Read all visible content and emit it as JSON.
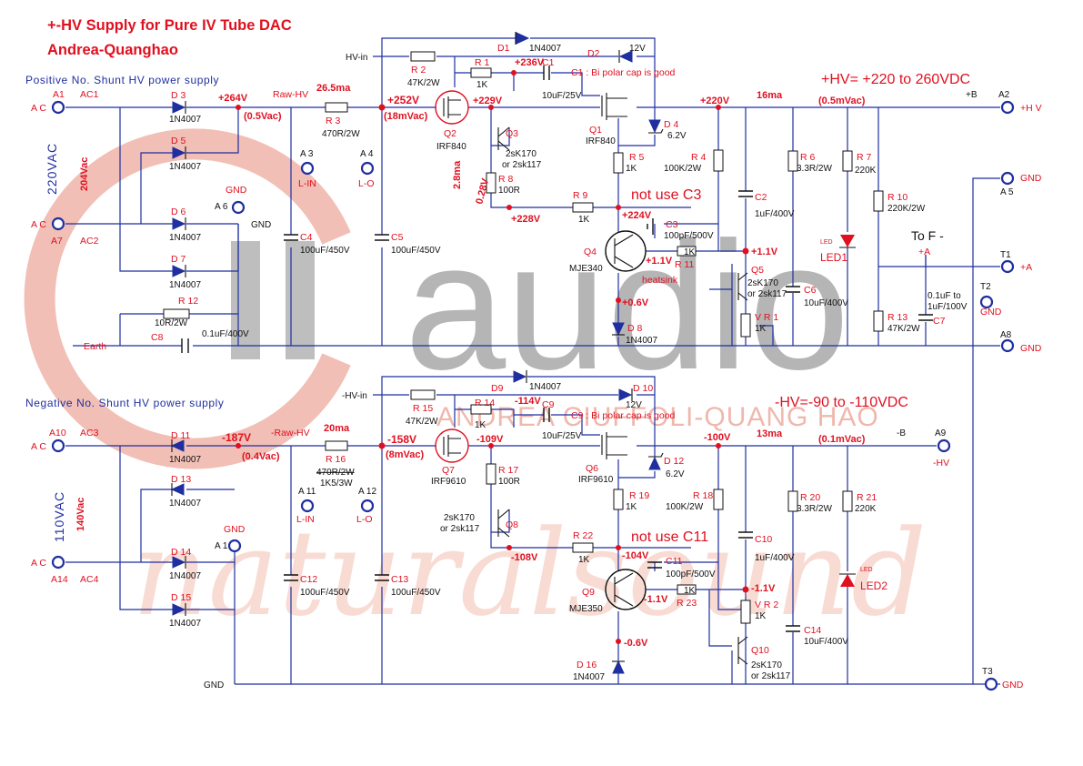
{
  "title": {
    "line1": "+-HV Supply for Pure IV Tube DAC",
    "line2": "Andrea-Quanghao"
  },
  "watermark": {
    "logo_text": "audio",
    "sub_text": "ANDREA CIUFFOLI-QUANG HAO",
    "script_text": "naturalsound"
  },
  "positive": {
    "section_label": "Positive No. Shunt HV power supply",
    "hv_spec": "+HV= +220 to 260VDC",
    "vac_label": "220VAC",
    "vac_measured": "204Vac",
    "labels": {
      "a1": "A1",
      "ac1": "AC1",
      "a7": "A7",
      "ac2": "AC2",
      "ac_a": "A C",
      "ac_b": "A C",
      "gnd_a6": "GND",
      "a6": "A 6",
      "gnd_arrow": "GND",
      "earth": "Earth",
      "raw_hv": "Raw-HV",
      "a3": "A 3",
      "l_in": "L-IN",
      "a4": "A 4",
      "l_o": "L-O",
      "hv_in": "HV-in",
      "current_in": "26.5ma",
      "current_out": "16ma",
      "plus_b": "+B",
      "a2": "A2",
      "plus_hv": "+H V",
      "gnd_a5": "GND",
      "a5": "A 5",
      "a8": "A8",
      "gnd_a8": "GND",
      "t1": "T1",
      "plus_a_term": "+A",
      "t2": "T2",
      "gnd_t2": "GND",
      "to_f": "To F -",
      "plus_a": "+A",
      "heatsink": "heatsink",
      "not_use": "not use C3",
      "c1_note": "C1 : Bi polar cap is good",
      "led1_small": "LED",
      "led1": "LED1"
    },
    "voltages": {
      "v264": "+264V",
      "v05vac": "(0.5Vac)",
      "v252": "+252V",
      "v18m": "(18mVac)",
      "v236": "+236V",
      "v229": "+229V",
      "v228": "+228V",
      "v224": "+224V",
      "v220": "+220V",
      "v05mv": "(0.5mVac)",
      "v11a": "+1.1V",
      "v11b": "+1.1V",
      "v06": "+0.6V",
      "i28": "2.8ma",
      "v028": "0.28V"
    },
    "parts": {
      "d1": "D1",
      "d1v": "1N4007",
      "d2": "D2",
      "d2v": "12V",
      "r2": "R 2",
      "r2v": "47K/2W",
      "r1": "R 1",
      "r1v": "1K",
      "c1": "C1",
      "c1v": "10uF/25V",
      "q2": "Q2",
      "q2v": "IRF840",
      "q1": "Q1",
      "q1v": "IRF840",
      "d4": "D 4",
      "d4v": "6.2V",
      "q3": "Q3",
      "q3v1": "2sK170",
      "q3v2": "or 2sk117",
      "r8": "R 8",
      "r8v": "100R",
      "r9": "R 9",
      "r9v": "1K",
      "r5": "R 5",
      "r5v": "1K",
      "r4": "R 4",
      "r4v": "100K/2W",
      "c3": "C3",
      "c3v": "100pF/500V",
      "q4": "Q4",
      "q4v": "MJE340",
      "r11": "R 11",
      "r11v": "1K",
      "q5": "Q5",
      "q5v1": "2sK170",
      "q5v2": "or 2sk117",
      "c2": "C2",
      "c2v": "1uF/400V",
      "r6": "R 6",
      "r6v": "3.3R/2W",
      "r7": "R 7",
      "r7v": "220K",
      "c6": "C6",
      "c6v": "10uF/400V",
      "vr1": "V R 1",
      "vr1v": "1K",
      "d8": "D 8",
      "d8v": "1N4007",
      "r10": "R 10",
      "r10v": "220K/2W",
      "r13": "R 13",
      "r13v": "47K/2W",
      "c7": "C7",
      "c7v1": "0.1uF to",
      "c7v2": "1uF/100V",
      "d3": "D 3",
      "d3v": "1N4007",
      "d5": "D 5",
      "d5v": "1N4007",
      "d6": "D 6",
      "d6v": "1N4007",
      "d7": "D 7",
      "d7v": "1N4007",
      "r12": "R 12",
      "r12v": "10R/2W",
      "c8": "C8",
      "c8v": "0.1uF/400V",
      "r3": "R 3",
      "r3v": "470R/2W",
      "c4": "C4",
      "c4v": "100uF/450V",
      "c5": "C5",
      "c5v": "100uF/450V"
    }
  },
  "negative": {
    "section_label": "Negative No. Shunt HV power supply",
    "hv_spec": "-HV=-90 to -110VDC",
    "vac_label": "110VAC",
    "vac_measured": "140Vac",
    "labels": {
      "a10": "A10",
      "ac3": "AC3",
      "a14": "A14",
      "ac4": "AC4",
      "ac_a": "A C",
      "ac_b": "A C",
      "gnd_a1": "GND",
      "a1": "A 1",
      "gnd_arrow": "GND",
      "raw_hv": "-Raw-HV",
      "a11": "A 11",
      "l_in": "L-IN",
      "a12": "A 12",
      "l_o": "L-O",
      "hv_in": "-HV-in",
      "current_in": "20ma",
      "current_out": "13ma",
      "minus_b": "-B",
      "a9": "A9",
      "minus_hv": "-HV",
      "t3": "T3",
      "gnd_t3": "GND",
      "not_use": "not use C11",
      "c9_note": "C9 : Bi polar cap is good",
      "led2_small": "LED",
      "led2": "LED2"
    },
    "voltages": {
      "v187": "-187V",
      "v04vac": "(0.4Vac)",
      "v158": "-158V",
      "v8m": "(8mVac)",
      "v114": "-114V",
      "v109": "-109V",
      "v108": "-108V",
      "v104": "-104V",
      "v100": "-100V",
      "v01mv": "(0.1mVac)",
      "v11a": "-1.1V",
      "v11b": "-1.1V",
      "v06": "-0.6V"
    },
    "parts": {
      "d9": "D9",
      "d9v": "1N4007",
      "d10": "D 10",
      "d10v": "12V",
      "r15": "R 15",
      "r15v": "47K/2W",
      "r14": "R 14",
      "r14v": "1K",
      "c9": "C9",
      "c9v": "10uF/25V",
      "q7": "Q7",
      "q7v": "IRF9610",
      "q6": "Q6",
      "q6v": "IRF9610",
      "d12": "D 12",
      "d12v": "6.2V",
      "r17": "R 17",
      "r17v": "100R",
      "q8": "Q8",
      "q8v1": "2sK170",
      "q8v2": "or 2sk117",
      "r22": "R 22",
      "r22v": "1K",
      "r19": "R 19",
      "r19v": "1K",
      "r18": "R 18",
      "r18v": "100K/2W",
      "c11": "C11",
      "c11v": "100pF/500V",
      "q9": "Q9",
      "q9v": "MJE350",
      "r23": "R 23",
      "r23v": "1K",
      "vr2": "V R 2",
      "vr2v": "1K",
      "q10": "Q10",
      "q10v1": "2sK170",
      "q10v2": "or 2sk117",
      "c10": "C10",
      "c10v": "1uF/400V",
      "r20": "R 20",
      "r20v": "3.3R/2W",
      "r21": "R 21",
      "r21v": "220K",
      "c14": "C14",
      "c14v": "10uF/400V",
      "d16": "D 16",
      "d16v": "1N4007",
      "d11": "D 11",
      "d11v": "1N4007",
      "d13": "D 13",
      "d13v": "1N4007",
      "d14": "D 14",
      "d14v": "1N4007",
      "d15": "D 15",
      "d15v": "1N4007",
      "r16": "R 16",
      "r16v1": "470R/2W",
      "r16v2": "1K5/3W",
      "c12": "C12",
      "c12v": "100uF/450V",
      "c13": "C13",
      "c13v": "100uF/450V"
    }
  }
}
